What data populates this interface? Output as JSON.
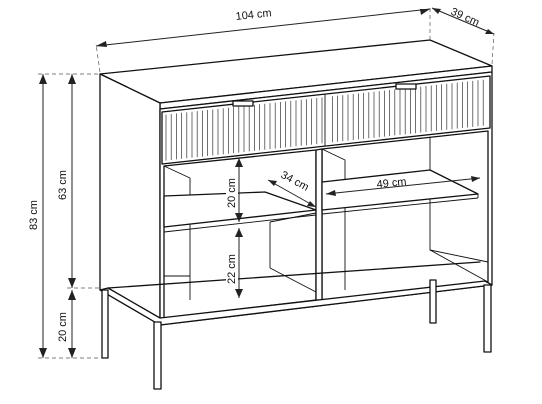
{
  "dimensions": {
    "width": "104 cm",
    "depth": "39 cm",
    "total_height": "83 cm",
    "body_height": "63 cm",
    "leg_height": "20 cm",
    "upper_shelf_gap": "20 cm",
    "lower_shelf_gap": "22 cm",
    "shelf_depth": "34 cm",
    "shelf_width": "49 cm"
  }
}
